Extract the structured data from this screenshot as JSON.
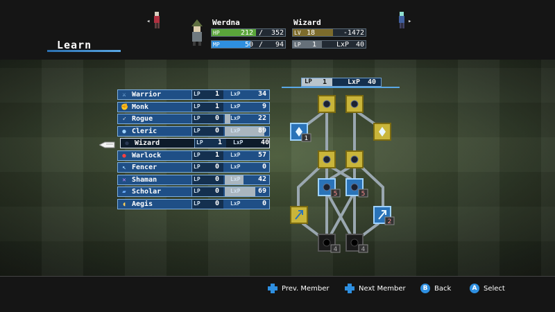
{
  "screen": {
    "title": "Learn"
  },
  "header": {
    "name": "Werdna",
    "job": "Wizard",
    "hp": {
      "label": "HP",
      "current": "212",
      "slash": "/",
      "max": "352",
      "fraction": 0.602
    },
    "mp": {
      "label": "MP",
      "current": "50",
      "slash": "/",
      "max": "94",
      "fraction": 0.532
    },
    "lv": {
      "label": "LV",
      "value": "18",
      "exp": "-1472",
      "fraction": 0.55
    },
    "lp": {
      "label": "LP",
      "value": "1",
      "lxp_label": "LxP",
      "lxp": "40",
      "fraction": 0.4
    },
    "prev_arrow": "◂",
    "next_arrow": "▸"
  },
  "jobs": [
    {
      "name": "Warrior",
      "lp": "1",
      "lxp": "34",
      "lxp_fraction": 0.0,
      "icon": "sword-icon",
      "icon_color": "#9fd3ff",
      "glyph": "⚔"
    },
    {
      "name": "Monk",
      "lp": "1",
      "lxp": "9",
      "lxp_fraction": 0.0,
      "icon": "fist-icon",
      "icon_color": "#ffcf5a",
      "glyph": "✊"
    },
    {
      "name": "Rogue",
      "lp": "0",
      "lxp": "22",
      "lxp_fraction": 0.12,
      "icon": "dagger-icon",
      "icon_color": "#cfd8e0",
      "glyph": "➶"
    },
    {
      "name": "Cleric",
      "lp": "0",
      "lxp": "89",
      "lxp_fraction": 0.89,
      "icon": "orb-icon",
      "icon_color": "#9fd3ff",
      "glyph": "●"
    },
    {
      "name": "Wizard",
      "lp": "1",
      "lxp": "40",
      "lxp_fraction": 0.0,
      "icon": "dark-orb-icon",
      "icon_color": "#2b3a55",
      "glyph": "●"
    },
    {
      "name": "Warlock",
      "lp": "1",
      "lxp": "57",
      "lxp_fraction": 0.0,
      "icon": "red-orb-icon",
      "icon_color": "#ff4040",
      "glyph": "●"
    },
    {
      "name": "Fencer",
      "lp": "0",
      "lxp": "0",
      "lxp_fraction": 0.0,
      "icon": "rapier-icon",
      "icon_color": "#9fd3ff",
      "glyph": "↖"
    },
    {
      "name": "Shaman",
      "lp": "0",
      "lxp": "42",
      "lxp_fraction": 0.42,
      "icon": "crossed-staves-icon",
      "icon_color": "#c58cff",
      "glyph": "✕"
    },
    {
      "name": "Scholar",
      "lp": "0",
      "lxp": "69",
      "lxp_fraction": 0.69,
      "icon": "book-icon",
      "icon_color": "#6fb0ff",
      "glyph": "▰"
    },
    {
      "name": "Aegis",
      "lp": "0",
      "lxp": "0",
      "lxp_fraction": 0.0,
      "icon": "shield-icon",
      "icon_color": "#ffcf5a",
      "glyph": "◖"
    }
  ],
  "list_labels": {
    "lp": "LP",
    "lxp": "LxP"
  },
  "selected_job_index": 4,
  "tree": {
    "lp_label": "LP",
    "lp": "1",
    "lxp_label": "LxP",
    "lxp": "40",
    "node_badges": [
      "1",
      "5",
      "5",
      "2",
      "4",
      "4"
    ]
  },
  "footer": {
    "prev": "Prev. Member",
    "next": "Next Member",
    "back_key": "B",
    "back": "Back",
    "select_key": "A",
    "select": "Select"
  },
  "colors": {
    "bar_blue": "#2e8fe0",
    "bar_green": "#5aa53a",
    "bar_gold": "#c9a227",
    "node_learned": "#c9b53a",
    "node_available": "#2a73b8",
    "node_locked": "#1b1b1b"
  }
}
